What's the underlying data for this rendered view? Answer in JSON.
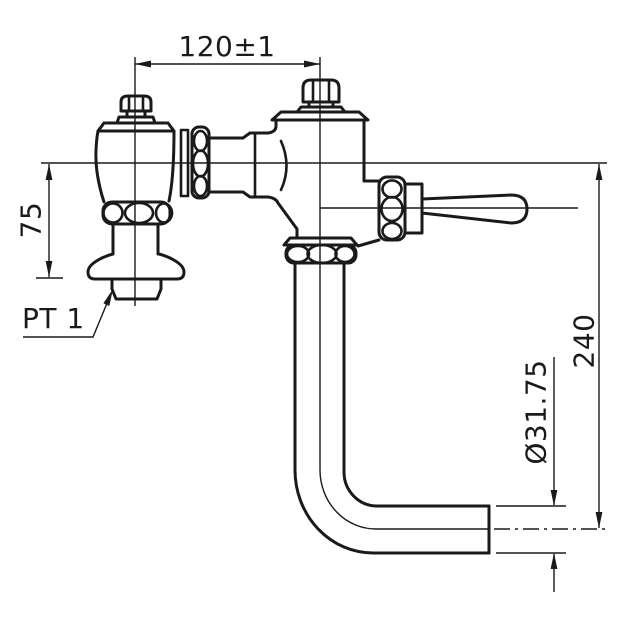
{
  "drawing": {
    "type": "technical-dimension-drawing",
    "subject": "flush-valve-side-view"
  },
  "dimensions": {
    "valve_center_distance": "120±1",
    "inlet_height": "75",
    "outlet_drop": "240",
    "outlet_pipe_diameter": "Ø31.75"
  },
  "labels": {
    "inlet_thread": "PT 1"
  },
  "colors": {
    "line": "#1a1a1a",
    "background": "#ffffff"
  }
}
